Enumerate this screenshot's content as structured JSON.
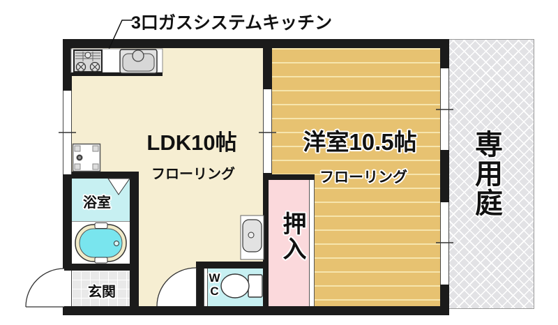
{
  "callout": {
    "text": "3口ガスシステムキッチン"
  },
  "rooms": {
    "ldk": {
      "label": "LDK10帖",
      "floor_label": "フローリング"
    },
    "western": {
      "label": "洋室10.5帖",
      "floor_label": "フローリング"
    },
    "garden": {
      "label": "専用庭"
    },
    "bath": {
      "label": "浴室"
    },
    "entrance": {
      "label": "玄関"
    },
    "wc": {
      "label": "WC"
    },
    "closet": {
      "label": "押入"
    }
  },
  "fixtures": [
    "gas-stove-icon",
    "kitchen-sink-icon",
    "washer-pan-icon",
    "bathtub-icon",
    "wash-basin-icon",
    "toilet-icon",
    "door-swing-arc",
    "bath-door-triangle"
  ],
  "colors": {
    "wall": "#1b1b1b",
    "ldk_floor": "#f6eed2",
    "wood_floor": "#e7c271",
    "wood_stripe": "#f6e5ad",
    "wet_area": "#c7f0f2",
    "tub_water": "#79e5ee",
    "closet_pink": "#fbd9dc",
    "entrance_tile": "#e9e9e9",
    "garden_hatch": "#e2e2e5"
  }
}
